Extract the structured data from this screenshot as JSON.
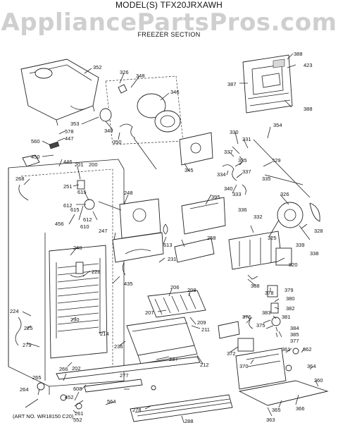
{
  "header": {
    "model": "MODEL(S) TFX20JRXAWH",
    "watermark": "AppliancePartsPros.com",
    "section": "FREEZER SECTION"
  },
  "footer": {
    "art_number": "(ART NO. WR18150 C20)"
  },
  "part_labels": [
    "352",
    "326",
    "348",
    "346",
    "388",
    "423",
    "387",
    "388",
    "578",
    "447",
    "353",
    "349",
    "350",
    "560",
    "450",
    "446",
    "201",
    "200",
    "268",
    "251",
    "612",
    "615",
    "248",
    "345",
    "330",
    "331",
    "354",
    "337",
    "335",
    "334",
    "337",
    "340",
    "333",
    "329",
    "335",
    "395",
    "326",
    "612",
    "610",
    "615",
    "456",
    "247",
    "613",
    "336",
    "332",
    "258",
    "325",
    "328",
    "339",
    "338",
    "240",
    "228",
    "231",
    "820",
    "435",
    "206",
    "208",
    "368",
    "378",
    "379",
    "207",
    "380",
    "382",
    "224",
    "225",
    "230",
    "214",
    "209",
    "211",
    "376",
    "383",
    "381",
    "375",
    "384",
    "385",
    "377",
    "279",
    "236",
    "372",
    "237",
    "212",
    "361",
    "362",
    "370",
    "364",
    "202",
    "266",
    "277",
    "264",
    "265",
    "608",
    "452",
    "261",
    "278",
    "564",
    "552",
    "288",
    "360",
    "366",
    "365",
    "363"
  ]
}
